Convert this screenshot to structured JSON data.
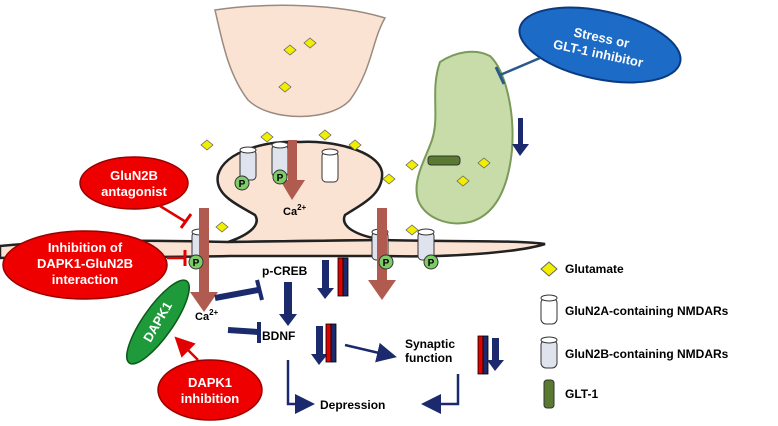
{
  "callouts": {
    "stress": [
      "Stress or",
      "GLT-1 inhibitor"
    ],
    "glun2b_antagonist": [
      "GluN2B",
      "antagonist"
    ],
    "dapk1_glun2b": [
      "Inhibition of",
      "DAPK1-GluN2B",
      "interaction"
    ],
    "dapk1_inhibition": [
      "DAPK1",
      "inhibition"
    ]
  },
  "labels": {
    "ca_top": "Ca",
    "ca_top_sup": "2+",
    "ca_left": "Ca",
    "ca_left_sup": "2+",
    "dapk1": "DAPK1",
    "p_creb": "p-CREB",
    "bdnf": "BDNF",
    "synaptic_function": [
      "Synaptic",
      "function"
    ],
    "depression": "Depression",
    "phospho": "P"
  },
  "legend": [
    {
      "icon": "glutamate-diamond-icon",
      "label": "Glutamate"
    },
    {
      "icon": "glun2a-receptor-icon",
      "label": "GluN2A-containing NMDARs"
    },
    {
      "icon": "glun2b-receptor-icon",
      "label": "GluN2B-containing NMDARs"
    },
    {
      "icon": "glt1-transporter-icon",
      "label": "GLT-1"
    }
  ],
  "colors": {
    "presynaptic": "#fbe3d3",
    "astrocyte": "#c8dcaa",
    "glutamate": "#f2ee00",
    "callout_red": "#ee0000",
    "stress_blue": "#1b6bc7",
    "dapk1_green": "#1f9a3a",
    "navy": "#1a2a6c",
    "ca_arrow": "#b15b50"
  }
}
